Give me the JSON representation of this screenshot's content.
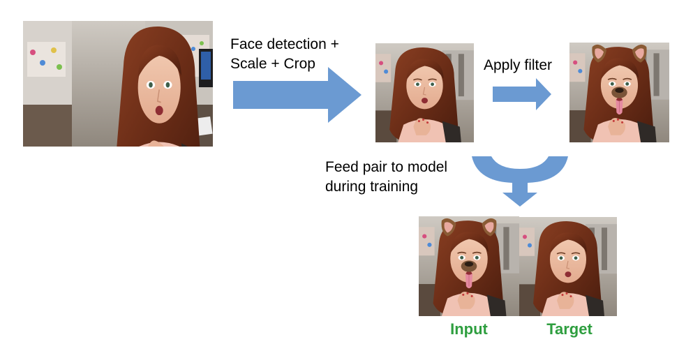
{
  "steps": {
    "detect_label_line1": "Face detection +",
    "detect_label_line2": "Scale + Crop",
    "filter_label": "Apply filter",
    "feed_label_line1": "Feed pair to model",
    "feed_label_line2": "during training"
  },
  "captions": {
    "input": "Input",
    "target": "Target"
  },
  "colors": {
    "arrow": "#6b9ad2",
    "caption": "#2e9e3f"
  },
  "images": {
    "original": "original-photo",
    "cropped": "cropped-face-photo",
    "filtered": "filtered-face-photo",
    "input": "input-photo-filtered",
    "target": "target-photo-plain"
  }
}
